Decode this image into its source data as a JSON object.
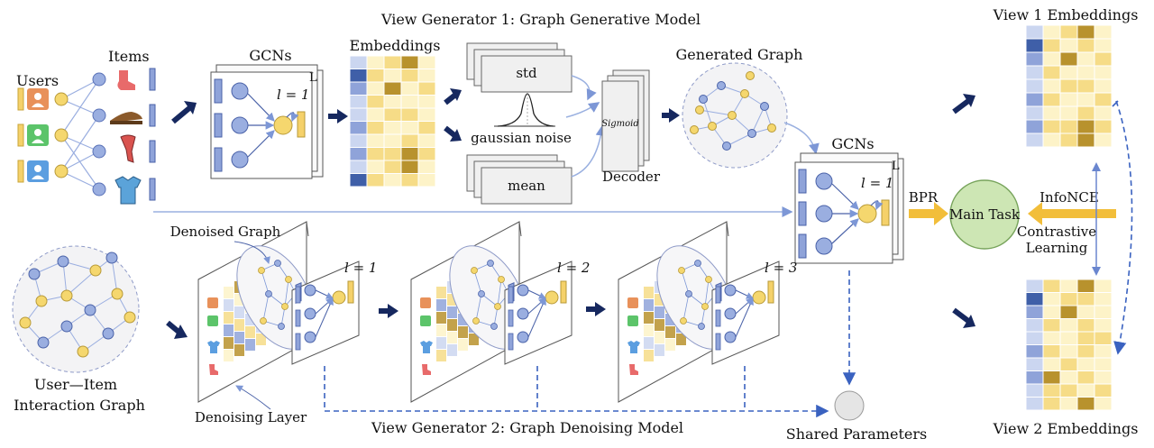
{
  "labels": {
    "view_gen1_title": "View Generator 1: Graph Generative Model",
    "view_gen2_title": "View Generator 2: Graph Denoising Model",
    "users": "Users",
    "items": "Items",
    "gcns_1": "GCNs",
    "gcns_2": "GCNs",
    "gcn_L_1": "L",
    "gcn_L_2": "L",
    "embeddings": "Embeddings",
    "std": "std",
    "mean": "mean",
    "gaussian_noise": "gaussian noise",
    "sigmoid": "Sigmoid",
    "decoder": "Decoder",
    "generated_graph": "Generated Graph",
    "view1_embeddings": "View 1 Embeddings",
    "view2_embeddings": "View 2 Embeddings",
    "main_task": "Main Task",
    "bpr": "BPR",
    "infonce": "InfoNCE",
    "contrastive_line1": "Contrastive",
    "contrastive_line2": "Learning",
    "denoised_graph": "Denoised Graph",
    "denoising_layer": "Denoising Layer",
    "shared_parameters": "Shared Parameters",
    "interaction_graph_line1": "User—Item",
    "interaction_graph_line2": "Interaction Graph",
    "layer_gcn1": "l = 1",
    "layer_gcn2": "l = 1",
    "layer_denoise1": "l = 1",
    "layer_denoise2": "l = 2",
    "layer_denoise3": "l = 3"
  },
  "colors": {
    "user_node": "#f5d76e",
    "item_node": "#9aaee0",
    "user_orange": "#e8915a",
    "user_green": "#5cc46a",
    "user_blue": "#5b9ee0",
    "bar_yellow": "#f5d16a",
    "bar_blue": "#8fa3d9",
    "arrow_navy": "#16285f",
    "arrow_gold": "#f2be3a",
    "edge_blue": "#7d97d6",
    "dash_blue": "#3a62c0",
    "main_task_fill": "#cde6b4",
    "main_task_stroke": "#78a45c",
    "shared_fill": "#e5e5e5",
    "box_gray": "#f0f0f0",
    "heat_light": "#fdf3c8",
    "heat_mid": "#f6dc87",
    "heat_dark": "#b8922d",
    "heat_blue_dark": "#3f5fa8",
    "heat_blue_light": "#cbd6f0"
  },
  "icons": [
    "user-avatar-icon",
    "sock-icon",
    "sandal-icon",
    "scarf-icon",
    "shirt-icon",
    "gaussian-curve-icon"
  ]
}
